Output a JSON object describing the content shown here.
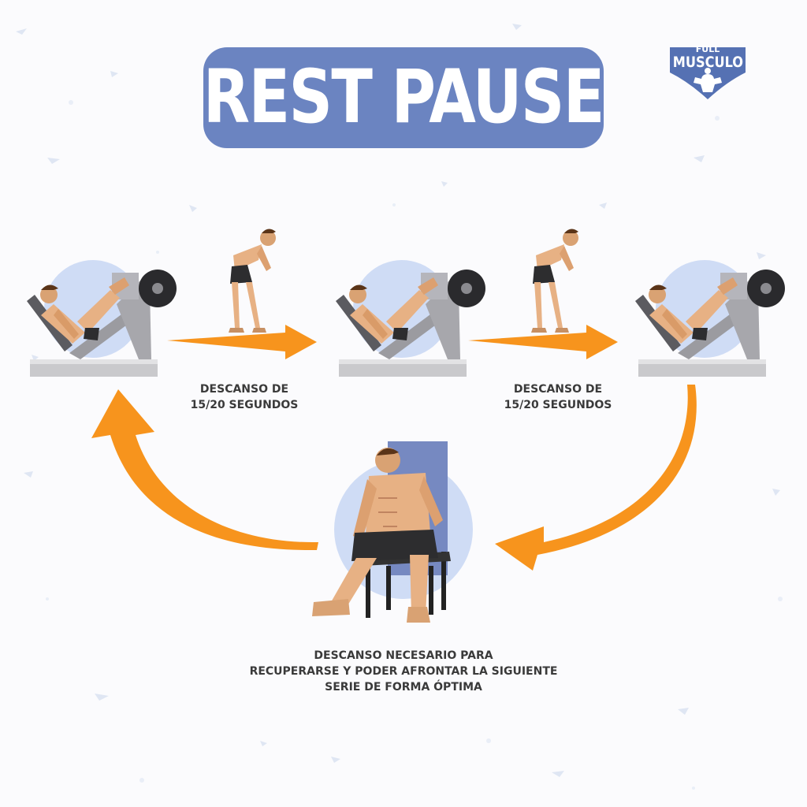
{
  "title": "REST PAUSE",
  "logo": {
    "line1": "FULL",
    "line2": "MUSCULO",
    "icon": "bodybuilder-shield-icon"
  },
  "steps": [
    {
      "kind": "exercise",
      "icon": "leg-press-icon"
    },
    {
      "kind": "short-rest",
      "label_line1": "DESCANSO DE",
      "label_line2": "15/20 SEGUNDOS",
      "icon": "bent-over-rest-icon"
    },
    {
      "kind": "exercise",
      "icon": "leg-press-icon"
    },
    {
      "kind": "short-rest",
      "label_line1": "DESCANSO DE",
      "label_line2": "15/20 SEGUNDOS",
      "icon": "bent-over-rest-icon"
    },
    {
      "kind": "exercise",
      "icon": "leg-press-icon"
    }
  ],
  "long_rest": {
    "icon": "seated-rest-icon",
    "label_line1": "DESCANSO NECESARIO PARA",
    "label_line2": "RECUPERARSE Y PODER AFRONTAR LA SIGUIENTE",
    "label_line3": "SERIE DE FORMA ÓPTIMA"
  },
  "colors": {
    "title_bg": "#6b84c1",
    "arrow": "#f7941d",
    "circle": "#cfdcf5",
    "text": "#3a3a3a"
  }
}
